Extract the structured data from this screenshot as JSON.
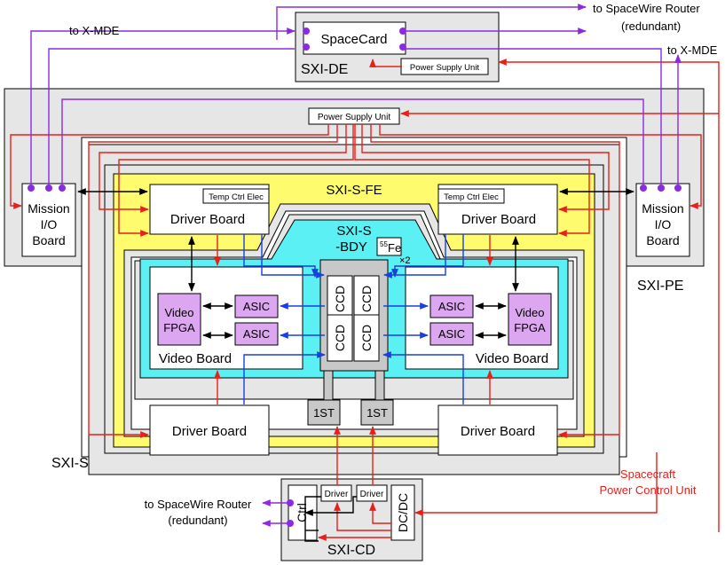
{
  "labels": {
    "sxi_de": "SXI-DE",
    "spacecard": "SpaceCard",
    "psu": "Power Supply Unit",
    "sxi_pe": "SXI-PE",
    "mission_io": [
      "Mission",
      "I/O",
      "Board"
    ],
    "sxi_s_fe": "SXI-S-FE",
    "sxi_s_bdy": [
      "SXI-S",
      "-BDY"
    ],
    "fe55": "Fe",
    "fe55_mass": "55",
    "fe55_mult": "×2",
    "temp_ctrl": "Temp Ctrl Elec",
    "driver_board": "Driver Board",
    "video_board": "Video Board",
    "video_fpga": [
      "Video",
      "FPGA"
    ],
    "asic": "ASIC",
    "ccd": "CCD",
    "first_stage": "1ST",
    "sxi_s": "SXI-S",
    "sxi_cd": "SXI-CD",
    "ctrl": "Ctrl",
    "driver": "Driver",
    "dcdc": "DC/DC",
    "to_xmde": "to X-MDE",
    "to_spw_router": "to SpaceWire Router",
    "redundant": "(redundant)",
    "spacecraft_pcu": [
      "Spacecraft",
      "Power Control Unit"
    ]
  },
  "colors": {
    "power": "#e8201a",
    "data": "#8a2be2",
    "signal": "#1a3fe0",
    "io": "#000000",
    "enclosure": "#e6e6e6",
    "fe_yellow": "#fffb6e",
    "bdy_cyan": "#5af0f4",
    "fpga": "#dca6f0",
    "ccd_frame": "#c8c8c8"
  }
}
